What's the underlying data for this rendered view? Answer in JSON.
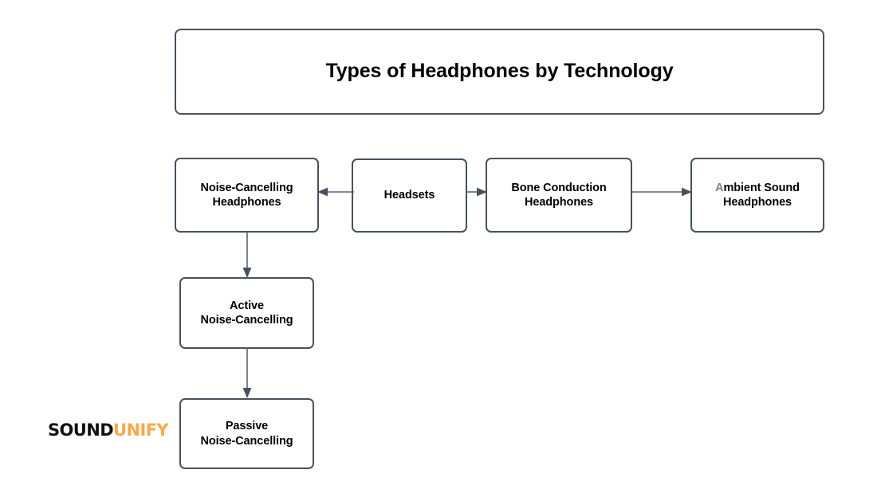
{
  "title": {
    "text": "Types of Headphones by Technology"
  },
  "nodes": {
    "noise_cancelling": "Noise-Cancelling\nHeadphones",
    "headsets": "Headsets",
    "bone_conduction": "Bone Conduction\nHeadphones",
    "ambient_sound_lead": "A",
    "ambient_sound_rest": "mbient Sound\nHeadphones",
    "active": "Active\nNoise-Cancelling",
    "passive": "Passive\nNoise-Cancelling"
  },
  "edges": [
    {
      "name": "headsets-to-noise-cancelling",
      "direction": "left"
    },
    {
      "name": "headsets-to-bone-conduction",
      "direction": "right"
    },
    {
      "name": "bone-conduction-to-ambient-sound",
      "direction": "right"
    },
    {
      "name": "noise-cancelling-to-active",
      "direction": "down"
    },
    {
      "name": "active-to-passive",
      "direction": "down"
    }
  ],
  "logo": {
    "primary": "SOUND",
    "accent": "UNIFY"
  },
  "colors": {
    "background": "#ffffff",
    "box_border": "#46525e",
    "connector": "#5c666f",
    "text": "#000000",
    "logo_accent": "#f9a94c",
    "ambient_lead_glyph": "#7a8590"
  }
}
